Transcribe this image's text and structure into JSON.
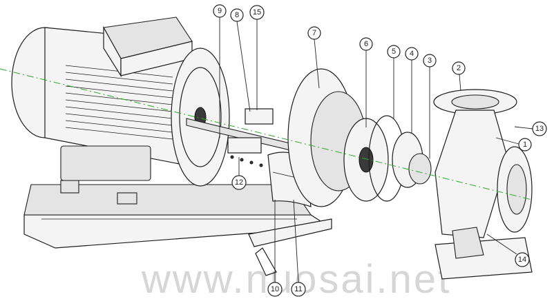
{
  "diagram": {
    "callouts": [
      {
        "num": "9"
      },
      {
        "num": "8"
      },
      {
        "num": "15"
      },
      {
        "num": "7"
      },
      {
        "num": "6"
      },
      {
        "num": "5"
      },
      {
        "num": "4"
      },
      {
        "num": "3"
      },
      {
        "num": "2"
      },
      {
        "num": "13"
      },
      {
        "num": "1"
      },
      {
        "num": "12"
      },
      {
        "num": "14"
      },
      {
        "num": "10"
      },
      {
        "num": "11"
      }
    ],
    "watermark": "www.nuosai.net"
  }
}
